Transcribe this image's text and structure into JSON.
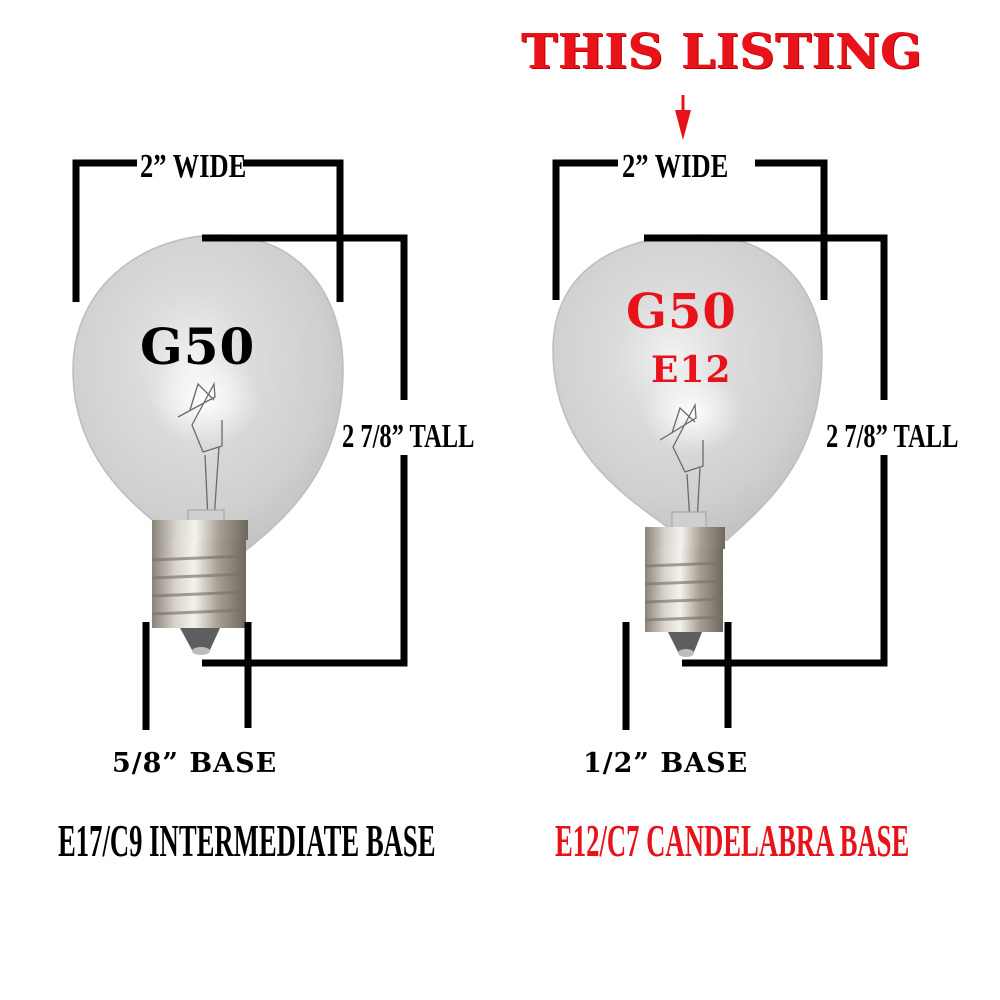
{
  "header": {
    "callout": "THIS LISTING",
    "callout_color": "#e8121a",
    "arrow_icon": "down-arrow-icon"
  },
  "bulbs": [
    {
      "id": "left",
      "shape_label": "G50",
      "base_code_label": "",
      "label_color": "#000000",
      "width_dimension": "2” WIDE",
      "height_dimension": "2 7/8” TALL",
      "base_dimension": "5/8” BASE",
      "base_type": "E17/C9 INTERMEDIATE BASE",
      "base_type_color": "#000000"
    },
    {
      "id": "right",
      "shape_label": "G50",
      "base_code_label": "E12",
      "label_color": "#e8121a",
      "width_dimension": "2” WIDE",
      "height_dimension": "2 7/8” TALL",
      "base_dimension": "1/2” BASE",
      "base_type": "E12/C7 CANDELABRA BASE",
      "base_type_color": "#e8121a"
    }
  ]
}
